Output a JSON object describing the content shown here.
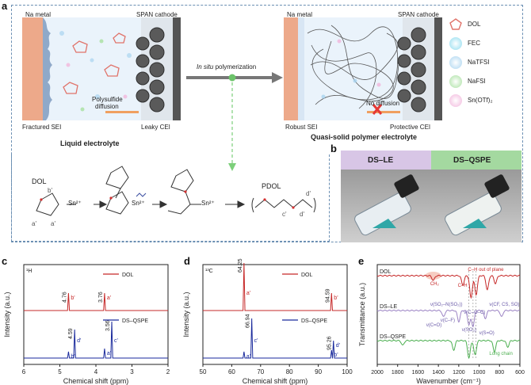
{
  "panels": {
    "a": "a",
    "b": "b",
    "c": "c",
    "d": "d",
    "e": "e"
  },
  "panel_a": {
    "na_metal_left": "Na metal",
    "span_cathode_left": "SPAN cathode",
    "polysulfide": "Polysulfide",
    "diffusion": "diffusion",
    "fractured_sei": "Fractured SEI",
    "leaky_cei": "Leaky CEI",
    "liquid_electrolyte": "Liquid electrolyte",
    "in_situ": "In situ",
    "polymerization": "polymerization",
    "na_metal_right": "Na metal",
    "span_cathode_right": "SPAN cathode",
    "no_diffusion": "No diffusion",
    "robust_sei": "Robust SEI",
    "protective_cei": "Protective CEI",
    "quasi_solid": "Quasi-solid polymer electrolyte",
    "legend": [
      {
        "label": "DOL",
        "color": "#e0736a"
      },
      {
        "label": "FEC",
        "color": "#8fdcef"
      },
      {
        "label": "NaTFSI",
        "color": "#a9d4f0"
      },
      {
        "label": "NaFSI",
        "color": "#a8e0a0"
      },
      {
        "label": "Sn(OTf)₂",
        "color": "#f2b6dc"
      }
    ],
    "scheme": {
      "dol": "DOL",
      "sn1": "Sn²⁺",
      "sn2": "Sn²⁺",
      "sn3": "Sn²⁺",
      "pdol": "PDOL",
      "a1": "a'",
      "a2": "a'",
      "b1": "b'",
      "c1": "c'",
      "d1": "d'",
      "d2": "d'"
    }
  },
  "panel_b": {
    "left_label": "DS–LE",
    "right_label": "DS–QSPE",
    "left_bg": "#d8c6e6",
    "right_bg": "#a4d9a0"
  },
  "chart_data": [
    {
      "type": "line",
      "panel": "c",
      "nucleus": "¹H",
      "xlabel": "Chemical shift (ppm)",
      "ylabel": "Intensity (a.u.)",
      "xlim": [
        6,
        2
      ],
      "xticks": [
        6,
        5,
        4,
        3,
        2
      ],
      "series": [
        {
          "name": "DOL",
          "color": "#c62828",
          "peaks": [
            {
              "x": 3.76,
              "label": "3.76",
              "tag": "a'"
            },
            {
              "x": 4.76,
              "label": "4.76",
              "tag": "b'"
            }
          ]
        },
        {
          "name": "DS–QSPE",
          "color": "#1a2a9c",
          "peaks": [
            {
              "x": 3.56,
              "label": "3.56",
              "tag": "c'"
            },
            {
              "x": 3.76,
              "label": "",
              "tag": "a'"
            },
            {
              "x": 4.59,
              "label": "4.59",
              "tag": "d'"
            },
            {
              "x": 4.76,
              "label": "",
              "tag": "b'"
            }
          ]
        }
      ]
    },
    {
      "type": "line",
      "panel": "d",
      "nucleus": "¹³C",
      "xlabel": "Chemical shift (ppm)",
      "ylabel": "Intensity (a.u.)",
      "xlim": [
        50,
        100
      ],
      "xticks": [
        50,
        60,
        70,
        80,
        90,
        100
      ],
      "series": [
        {
          "name": "DOL",
          "color": "#c62828",
          "peaks": [
            {
              "x": 64.25,
              "label": "64.25",
              "tag": "a'"
            },
            {
              "x": 94.59,
              "label": "94.59",
              "tag": "b'"
            }
          ]
        },
        {
          "name": "DS–QSPE",
          "color": "#1a2a9c",
          "peaks": [
            {
              "x": 64.25,
              "label": "",
              "tag": "a'"
            },
            {
              "x": 66.94,
              "label": "66.94",
              "tag": "c'"
            },
            {
              "x": 94.59,
              "label": "",
              "tag": "b'"
            },
            {
              "x": 95.26,
              "label": "95.26",
              "tag": "d'"
            }
          ]
        }
      ]
    },
    {
      "type": "line",
      "panel": "e",
      "xlabel": "Wavenumber (cm⁻¹)",
      "ylabel": "Transmittance (a.u.)",
      "xlim": [
        2000,
        600
      ],
      "xticks": [
        2000,
        1800,
        1600,
        1400,
        1200,
        1000,
        800,
        600
      ],
      "series": [
        {
          "name": "DOL",
          "color": "#c62828"
        },
        {
          "name": "DS–LE",
          "color": "#9c84c4"
        },
        {
          "name": "DS–QSPE",
          "color": "#4caf50"
        }
      ],
      "annotations": {
        "ch2": "CH₂",
        "ch": "C–H",
        "ch_oop": "C–H out of plane",
        "so2n": "ν(SO₂–N(SO₂))",
        "coc": "ν(C–O–C)",
        "cf_cs_so": "ν(CF, CS, SO)",
        "co": "ν(C=O)",
        "cf": "ν(C–F)",
        "so3": "ν(SO₃)",
        "so": "ν(S=O)",
        "long_chain": "Long chain"
      }
    }
  ]
}
